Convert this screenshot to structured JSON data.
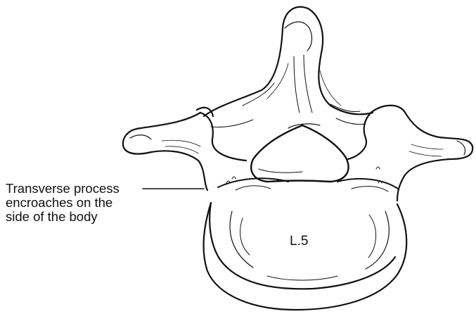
{
  "figure": {
    "subject": "L.5 vertebra, superior view",
    "labels": {
      "callout_line1": "Transverse process",
      "callout_line2": "encroaches on the",
      "callout_line3": "side of the body",
      "body_label": "L.5"
    },
    "colors": {
      "ink": "#111111",
      "background": "#ffffff"
    }
  }
}
